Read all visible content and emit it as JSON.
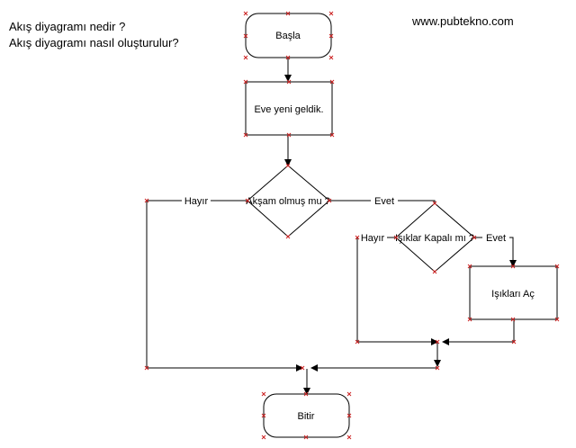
{
  "header": {
    "question_1": "Akış diyagramı nedir ?",
    "question_2": "Akış diyagramı nasıl oluşturulur?",
    "website": "www.pubtekno.com"
  },
  "nodes": {
    "start": "Başla",
    "arrived_home": "Eve yeni geldik.",
    "is_evening": "Akşam olmuş mu ?",
    "lights_off": "Işıklar Kapalı mı ?",
    "turn_on_lights": "Işıkları Aç",
    "end": "Bitir"
  },
  "edges": {
    "evening_no": "Hayır",
    "evening_yes": "Evet",
    "lights_no": "Hayır",
    "lights_yes": "Evet"
  },
  "colors": {
    "shape_stroke": "#000000",
    "handle_marker": "#cc2222",
    "line": "#000000",
    "background": "#ffffff"
  }
}
